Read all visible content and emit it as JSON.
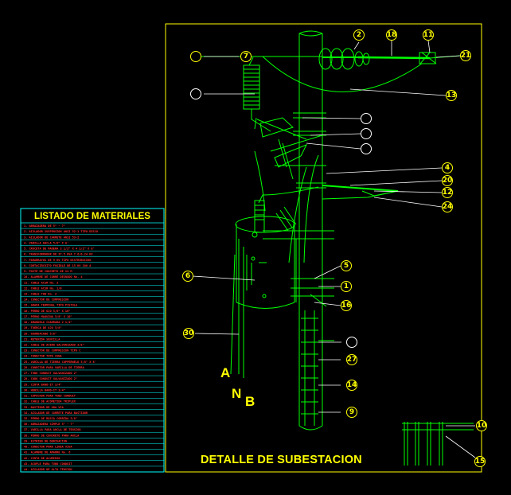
{
  "title": "DETALLE DE SUBESTACION",
  "materials_list": {
    "title": "LISTADO DE MATERIALES",
    "items": [
      "1. ABRAZADERA DE 5\" - 7\"",
      "2. AISLADOR SUSPENSION ANSI 52-1 TIPO DISCO",
      "3. AISLADOR DE CARRETE ANSI 53-2",
      "4. VARILLA ANCLA 5/8\" X 8'",
      "5. CRUCETA DE MADERA 3 1/2\" X 4 1/2\" X 8'",
      "6. TRANSFORMADOR DE 37.5 KVA 7.6/0.24 KV",
      "7. PARARRAYOS DE 9 KV TIPO DISTRIBUCION",
      "8. CORTACIRCUITO FUSIBLE DE 15 KV 100 A",
      "9. POSTE DE CONCRETO DE 12 M",
      "10. ALAMBRE DE COBRE DESNUDO No. 4",
      "11. CABLE ACSR No. 2",
      "12. CABLE ACSR No. 1/0",
      "13. CABLE THW No. 2",
      "14. CONECTOR DE COMPRESION",
      "15. GRAPA TERMINAL TIPO PISTOLA",
      "16. PERNO DE OJO 5/8\" X 10\"",
      "17. PERNO MAQUINA 5/8\" X 10\"",
      "18. ARANDELA CUADRADA 2 1/4\"",
      "19. TUERCA DE OJO 5/8\"",
      "20. GUARDACABO 5/8\"",
      "21. RETENIDA SENCILLA",
      "22. CABLE DE ACERO GALVANIZADO 3/8\"",
      "23. CONECTOR DE COMPRESION TIPO C",
      "24. CONECTOR TIPO CUNA",
      "25. VARILLA DE TIERRA COPPERWELD 5/8\" X 8'",
      "26. CONECTOR PARA VARILLA DE TIERRA",
      "27. TUBO CONDUIT GALVANIZADO 2\"",
      "28. CODO CONDUIT GALVANIZADO 2\"",
      "29. CINTA BAND-IT 3/4\"",
      "30. HEBILLA BAND-IT 3/4\"",
      "31. CAPUCHON PARA TUBO CONDUIT",
      "32. CABLE DE ACOMETIDA TRIPLEX",
      "33. BASTIDOR DE UNA VIA",
      "34. AISLADOR DE CARRETE PARA BASTIDOR",
      "35. PERNO DE ROSCA CORRIDA 5/8\"",
      "36. ABRAZADERA SIMPLE 5\" - 7\"",
      "37. VARILLA PARA ANCLA DE TENSION",
      "38. PERNO DE CONCRETO PARA ANCLA",
      "39. ESTRIBO DE DERIVACION",
      "40. CONECTOR PARA LINEA VIVA",
      "41. ALAMBRE DE AMARRE No. 6",
      "42. CINTA DE ALUMINIO",
      "43. ACOPLE PARA TUBO CONDUIT",
      "44. AISLADOR DE ALTA TENSION"
    ]
  },
  "callouts": {
    "c2": "2",
    "c18": "18",
    "c11": "11",
    "c7": "7",
    "c21": "21",
    "c13": "13",
    "c4": "4",
    "c20": "20",
    "c12": "12",
    "c24": "24",
    "c5": "5",
    "c1": "1",
    "c16": "16",
    "c6": "6",
    "c30": "30",
    "c27": "27",
    "c14": "14",
    "c9": "9",
    "c10": "10",
    "c15": "15"
  },
  "phases": {
    "a": "A",
    "n": "N",
    "b": "B"
  }
}
